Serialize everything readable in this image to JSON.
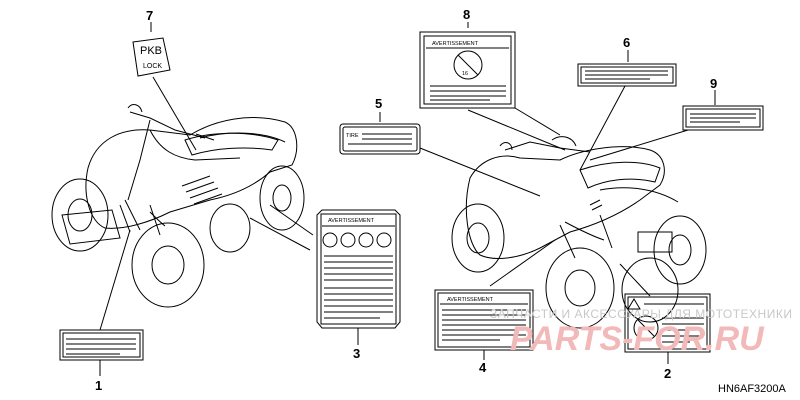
{
  "callouts": [
    {
      "num": "1"
    },
    {
      "num": "2"
    },
    {
      "num": "3"
    },
    {
      "num": "4"
    },
    {
      "num": "5"
    },
    {
      "num": "6"
    },
    {
      "num": "7"
    },
    {
      "num": "8"
    },
    {
      "num": "9"
    }
  ],
  "labels": {
    "pkb_line1": "PKB",
    "pkb_line2": "LOCK",
    "tire": "TIRE",
    "avertissement": "AVERTISSEMENT",
    "age_symbol": "16"
  },
  "watermark": {
    "line1": "ЗАПЧАСТИ И АКСЕССУАРЫ ДЛЯ МОТОТЕХНИКИ",
    "line2": "PARTS-FOR.RU"
  },
  "diagram_code": "HN6AF3200A",
  "colors": {
    "ink": "#000000",
    "watermark_red": "#f2b9b9",
    "watermark_gray": "#c8c8c8"
  }
}
